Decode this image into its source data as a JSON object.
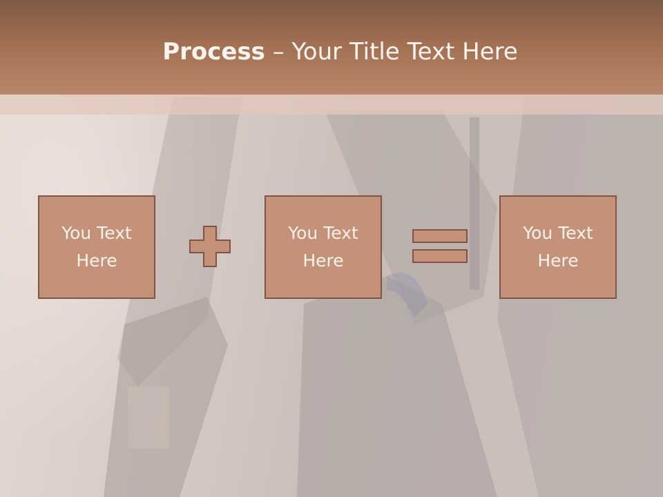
{
  "slide": {
    "title_bold": "Process",
    "title_rest": " – Your Title Text Here",
    "boxes": [
      {
        "text": "You Text\nHere"
      },
      {
        "text": "You Text\nHere"
      },
      {
        "text": "You Text\nHere"
      }
    ],
    "operators": [
      "plus-icon",
      "equals-icon"
    ]
  },
  "colors": {
    "title_band": "#a16f52",
    "box_fill": "#c39278",
    "box_border": "#7d5542",
    "text_light": "#fbf2ea"
  }
}
